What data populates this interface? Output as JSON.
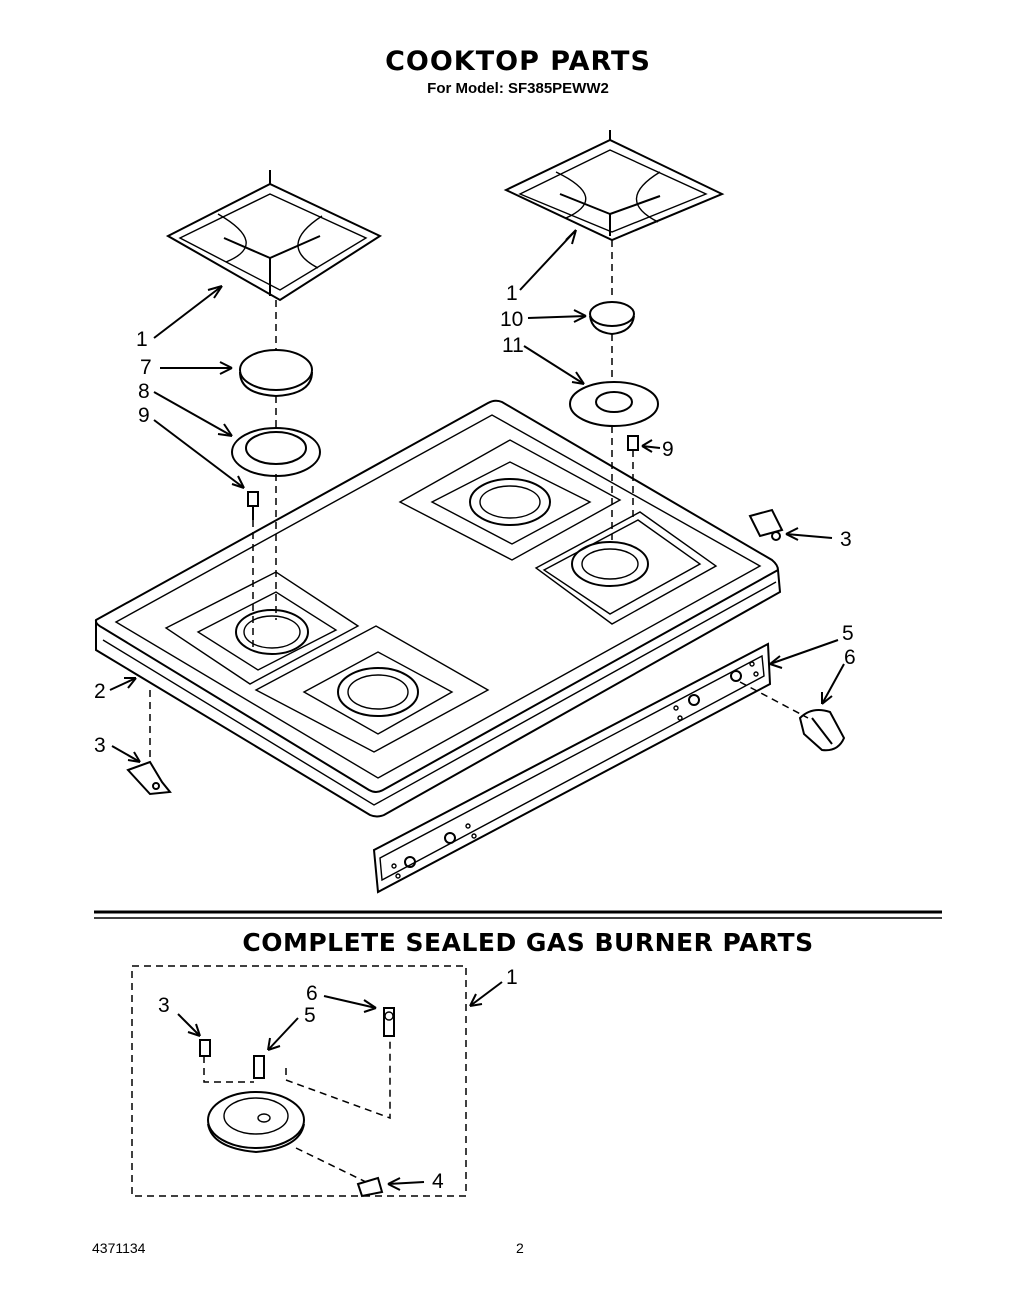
{
  "header": {
    "title": "COOKTOP PARTS",
    "subtitle": "For Model: SF385PEWW2"
  },
  "section2": {
    "title": "COMPLETE SEALED GAS BURNER PARTS"
  },
  "footer": {
    "doc_number": "4371134",
    "page_number": "2"
  },
  "callouts": {
    "left_grate": "1",
    "left_cap": "7",
    "left_head": "8",
    "left_screw": "9",
    "right_grate": "1",
    "right_cap": "10",
    "right_head": "11",
    "right_screw": "9",
    "right_clip": "3",
    "control_panel": "5",
    "knob": "6",
    "cooktop": "2",
    "left_clip": "3",
    "sub_assembly": "1",
    "sub_screw": "3",
    "sub_electrode": "5",
    "sub_igniter": "6",
    "sub_clip": "4"
  }
}
